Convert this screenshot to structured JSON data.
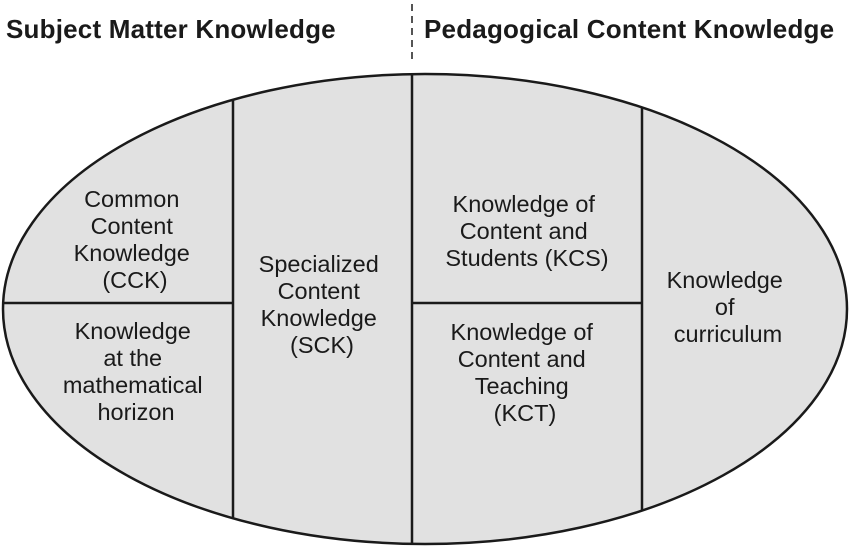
{
  "headers": {
    "left": "Subject Matter Knowledge",
    "right": "Pedagogical Content Knowledge"
  },
  "domains": {
    "cck": [
      "Common",
      "Content",
      "Knowledge",
      "(CCK)"
    ],
    "horizon": [
      "Knowledge",
      "at the",
      "mathematical",
      "horizon"
    ],
    "sck": [
      "Specialized",
      "Content",
      "Knowledge",
      "(SCK)"
    ],
    "kcs": [
      "Knowledge of",
      "Content and",
      "Students (KCS)"
    ],
    "kct": [
      "Knowledge of",
      "Content and",
      "Teaching",
      "(KCT)"
    ],
    "curriculum": [
      "Knowledge",
      "of",
      "curriculum"
    ]
  },
  "colors": {
    "fill": "#e1e1e1",
    "stroke": "#1a1a1a"
  }
}
